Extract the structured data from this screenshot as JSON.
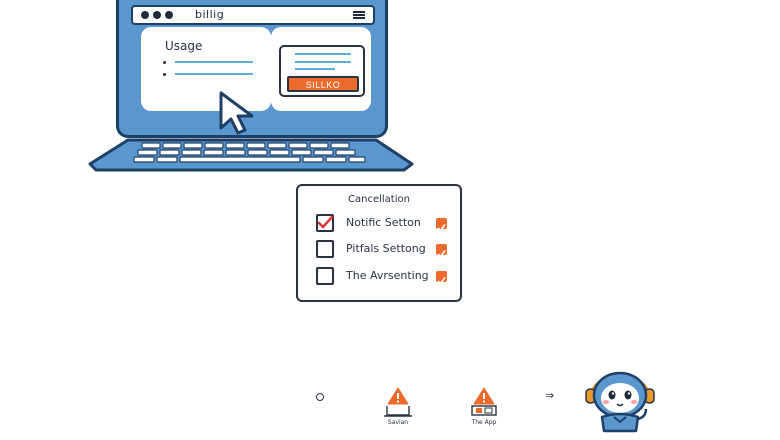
{
  "browser": {
    "url_text": "billig"
  },
  "usage": {
    "title": "Usage"
  },
  "upgrade": {
    "button_label": "SILLKO"
  },
  "settings_panel": {
    "title": "Cancellation",
    "options": [
      {
        "label": "Notific Setton",
        "checked": true
      },
      {
        "label": "Pitfals Settong",
        "checked": false
      },
      {
        "label": "The Avrsenting",
        "checked": false
      }
    ]
  },
  "bottom_row": {
    "caption_1": "Savian",
    "caption_2": "The App",
    "arrow": "⇒"
  },
  "colors": {
    "laptop_blue": "#5b97cf",
    "outline": "#1e3f66",
    "accent_orange": "#ee6a2a",
    "line_blue": "#5aaee0",
    "check_red": "#d8363a"
  }
}
